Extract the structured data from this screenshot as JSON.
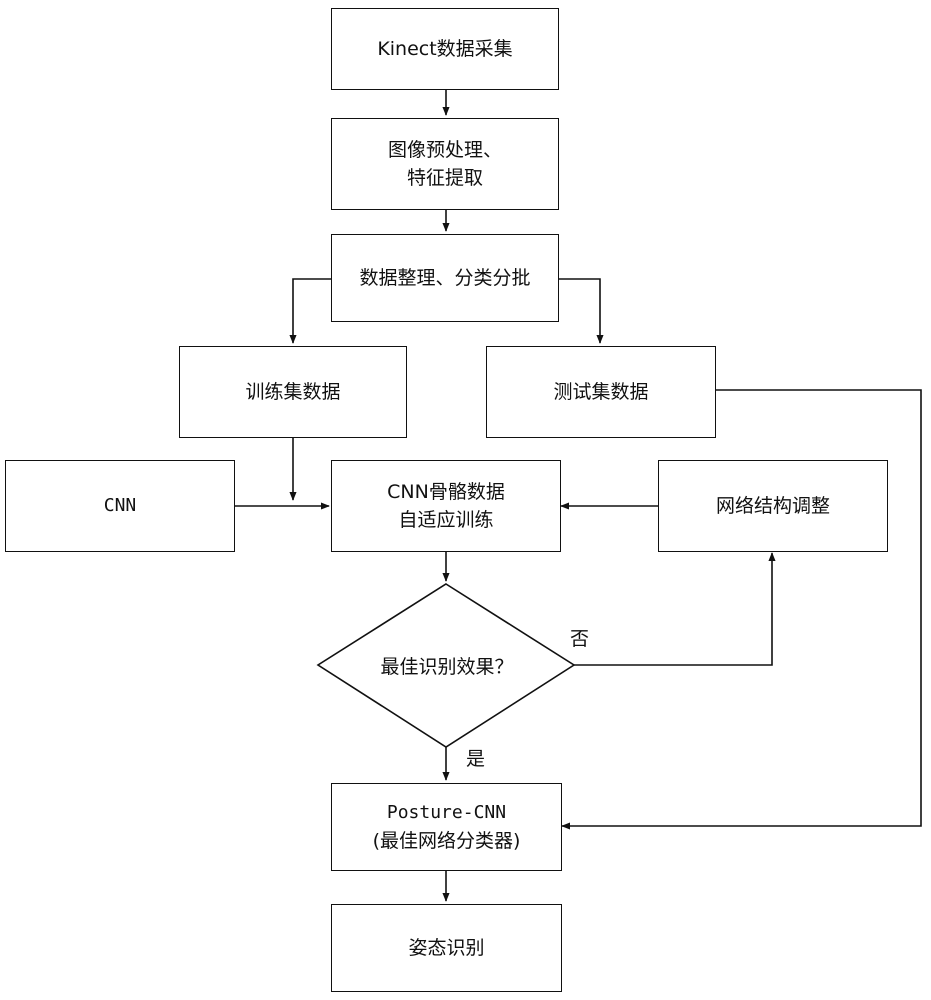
{
  "nodes": {
    "kinect": {
      "line1": "Kinect数据采集"
    },
    "preprocess": {
      "line1": "图像预处理、",
      "line2": "特征提取"
    },
    "organize": {
      "line1": "数据整理、分类分批"
    },
    "train_set": {
      "line1": "训练集数据"
    },
    "test_set": {
      "line1": "测试集数据"
    },
    "cnn": {
      "line1": "CNN"
    },
    "adaptive": {
      "line1": "CNN骨骼数据",
      "line2": "自适应训练"
    },
    "network_adjust": {
      "line1": "网络结构调整"
    },
    "decision": {
      "line1": "最佳识别效果？"
    },
    "posture_cnn": {
      "line1": "Posture-CNN",
      "line2": "(最佳网络分类器)"
    },
    "recognition": {
      "line1": "姿态识别"
    }
  },
  "edge_labels": {
    "no": "否",
    "yes": "是"
  }
}
